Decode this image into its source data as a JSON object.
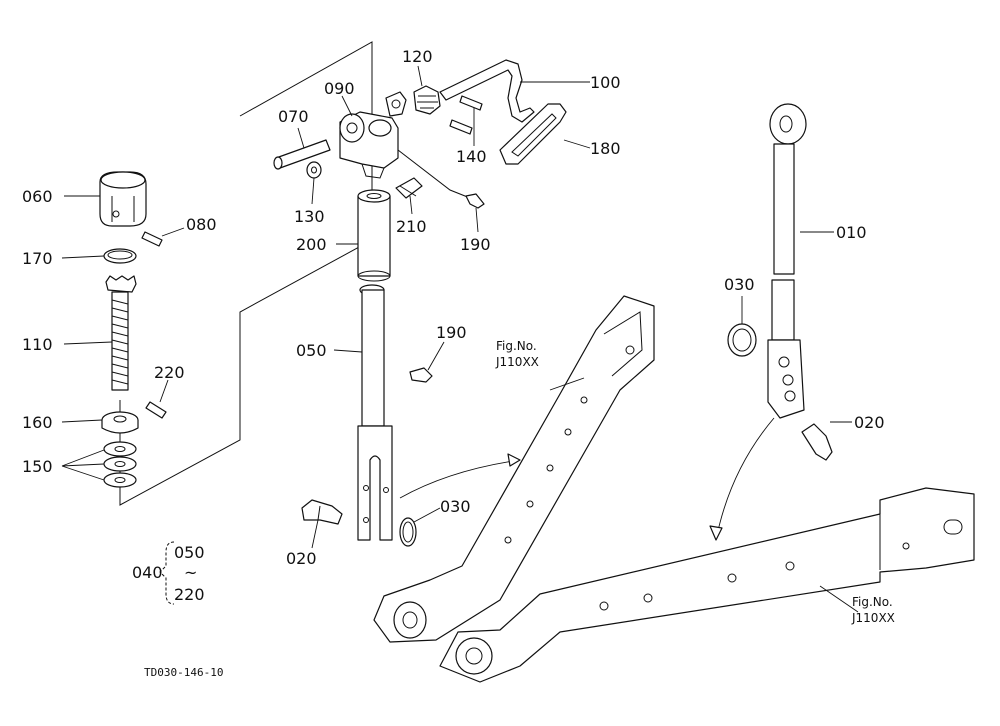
{
  "labels": {
    "p010": "010",
    "p020_left": "020",
    "p020_right": "020",
    "p030_left": "030",
    "p030_right": "030",
    "p040": "040",
    "p050": "050",
    "p060": "060",
    "p070": "070",
    "p080": "080",
    "p090": "090",
    "p100": "100",
    "p110": "110",
    "p120": "120",
    "p130": "130",
    "p140": "140",
    "p150": "150",
    "p160": "160",
    "p170": "170",
    "p180": "180",
    "p190_top": "190",
    "p190_mid": "190",
    "p200": "200",
    "p210": "210",
    "p220": "220"
  },
  "bracket_group": {
    "from": "050",
    "tilde": "~",
    "to": "220"
  },
  "figure_refs": {
    "left": {
      "line1": "Fig.No.",
      "line2": "J110XX"
    },
    "right": {
      "line1": "Fig.No.",
      "line2": "J110XX"
    }
  },
  "drawing_code": "TD030-146-10"
}
